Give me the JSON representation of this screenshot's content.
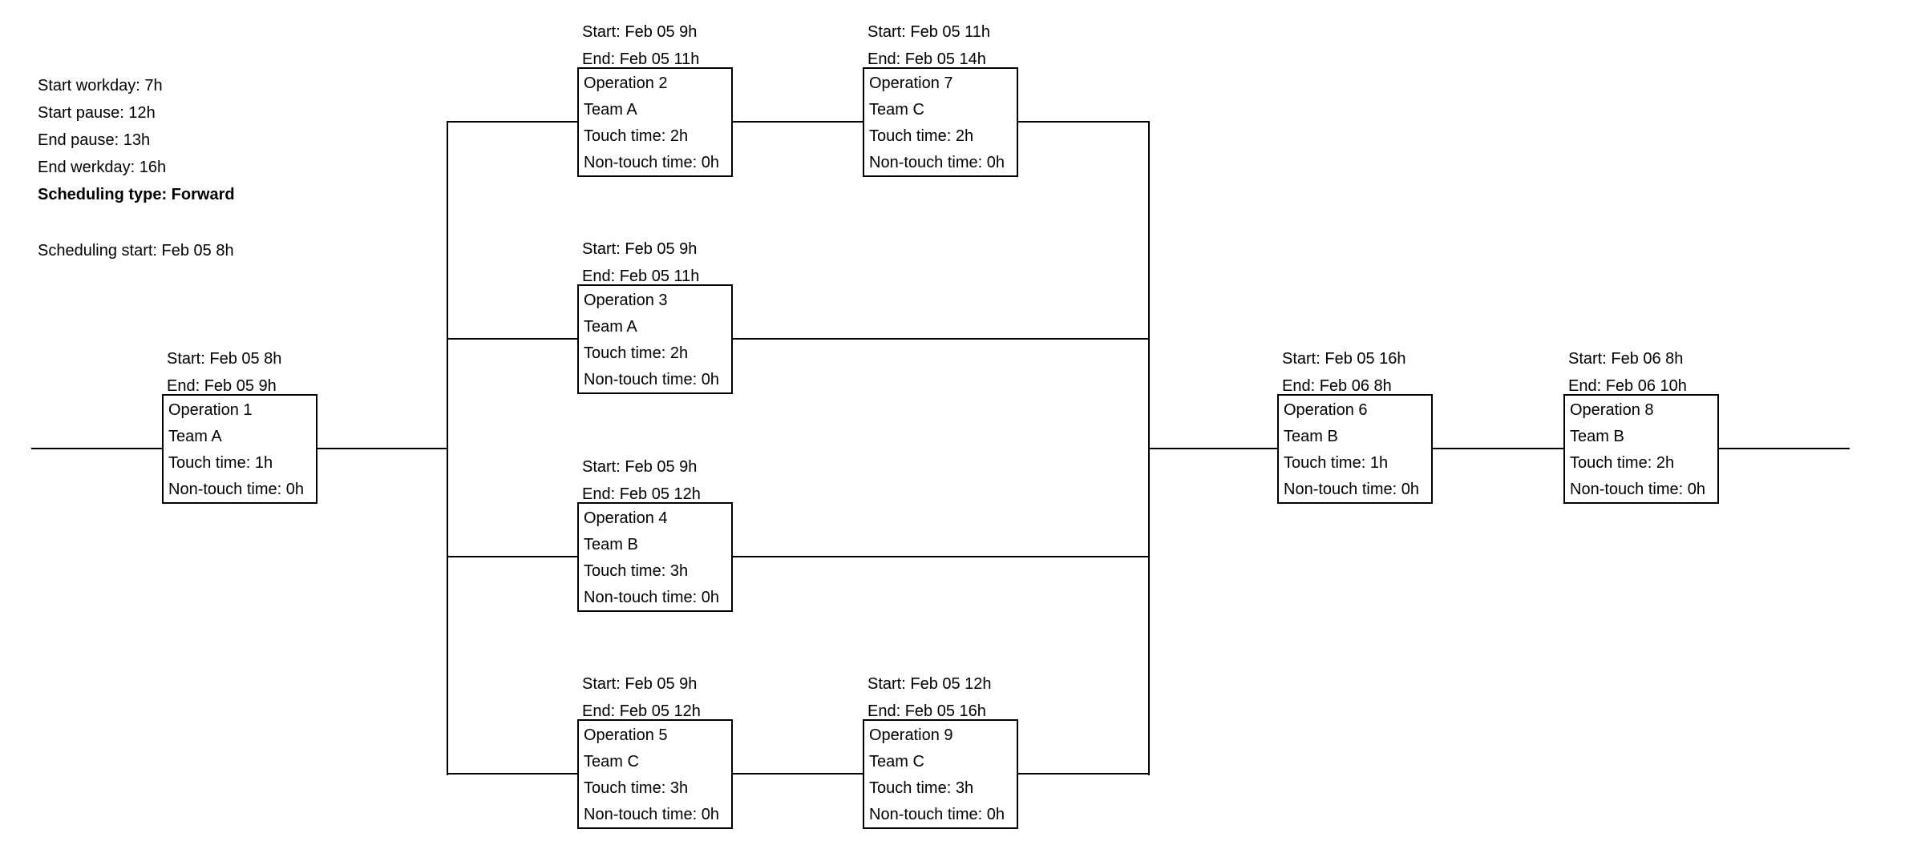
{
  "colors": {
    "background": "#ffffff",
    "line": "#000000",
    "text": "#000000"
  },
  "settings_panel": {
    "start_workday": "Start workday: 7h",
    "start_pause": "Start pause: 12h",
    "end_pause": "End pause: 13h",
    "end_werkday": "End werkday: 16h",
    "scheduling_type": "Scheduling type: Forward",
    "scheduling_start": "Scheduling start: Feb 05 8h"
  },
  "operations": [
    {
      "name": "Operation 1",
      "team": "Team A",
      "touch_time": "Touch time: 1h",
      "non_touch_time": "Non-touch time: 0h",
      "start": "Start: Feb 05 8h",
      "end": "End: Feb 05 9h"
    },
    {
      "name": "Operation 2",
      "team": "Team A",
      "touch_time": "Touch time: 2h",
      "non_touch_time": "Non-touch time: 0h",
      "start": "Start: Feb 05 9h",
      "end": "End: Feb 05 11h"
    },
    {
      "name": "Operation 3",
      "team": "Team A",
      "touch_time": "Touch time: 2h",
      "non_touch_time": "Non-touch time: 0h",
      "start": "Start: Feb 05 9h",
      "end": "End: Feb 05 11h"
    },
    {
      "name": "Operation 4",
      "team": "Team B",
      "touch_time": "Touch time: 3h",
      "non_touch_time": "Non-touch time: 0h",
      "start": "Start: Feb 05 9h",
      "end": "End: Feb 05 12h"
    },
    {
      "name": "Operation 5",
      "team": "Team C",
      "touch_time": "Touch time: 3h",
      "non_touch_time": "Non-touch time: 0h",
      "start": "Start: Feb 05 9h",
      "end": "End: Feb 05 12h"
    },
    {
      "name": "Operation 6",
      "team": "Team B",
      "touch_time": "Touch time: 1h",
      "non_touch_time": "Non-touch time: 0h",
      "start": "Start: Feb 05 16h",
      "end": "End: Feb 06 8h"
    },
    {
      "name": "Operation 7",
      "team": "Team C",
      "touch_time": "Touch time: 2h",
      "non_touch_time": "Non-touch time: 0h",
      "start": "Start: Feb 05 11h",
      "end": "End: Feb 05 14h"
    },
    {
      "name": "Operation 8",
      "team": "Team B",
      "touch_time": "Touch time: 2h",
      "non_touch_time": "Non-touch time: 0h",
      "start": "Start: Feb 06 8h",
      "end": "End: Feb 06 10h"
    },
    {
      "name": "Operation 9",
      "team": "Team C",
      "touch_time": "Touch time: 3h",
      "non_touch_time": "Non-touch time: 0h",
      "start": "Start: Feb 05 12h",
      "end": "End: Feb 05 16h"
    }
  ],
  "flow": {
    "source": "Operation 1",
    "sink": "Operation 8",
    "edges": [
      [
        "Operation 1",
        "Operation 2"
      ],
      [
        "Operation 1",
        "Operation 3"
      ],
      [
        "Operation 1",
        "Operation 4"
      ],
      [
        "Operation 1",
        "Operation 5"
      ],
      [
        "Operation 2",
        "Operation 7"
      ],
      [
        "Operation 5",
        "Operation 9"
      ],
      [
        "Operation 7",
        "Operation 6"
      ],
      [
        "Operation 3",
        "Operation 6"
      ],
      [
        "Operation 4",
        "Operation 6"
      ],
      [
        "Operation 9",
        "Operation 6"
      ],
      [
        "Operation 6",
        "Operation 8"
      ]
    ]
  }
}
